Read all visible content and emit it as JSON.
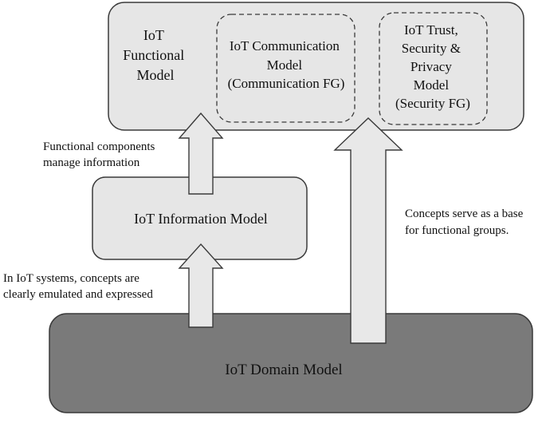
{
  "diagram": {
    "functional_model": {
      "title_lines": [
        "IoT",
        "Functional",
        "Model"
      ],
      "communication_model_lines": [
        "IoT Communication",
        "Model",
        "(Communication FG)"
      ],
      "trust_model_lines": [
        "IoT Trust,",
        "Security &",
        "Privacy",
        "Model",
        "(Security FG)"
      ]
    },
    "information_model": {
      "label": "IoT Information Model"
    },
    "domain_model": {
      "label": "IoT Domain Model"
    },
    "annotations": {
      "functional_components_lines": [
        "Functional components",
        "manage information"
      ],
      "concepts_expressed_lines": [
        "In IoT systems, concepts are",
        "clearly emulated and expressed"
      ],
      "concepts_base_lines": [
        "Concepts serve as a base",
        "for functional groups."
      ]
    },
    "colors": {
      "light_box": "#e6e6e6",
      "dark_box": "#7a7a7a",
      "arrow_fill": "#e8e8e8",
      "stroke": "#3a3a3a"
    }
  }
}
